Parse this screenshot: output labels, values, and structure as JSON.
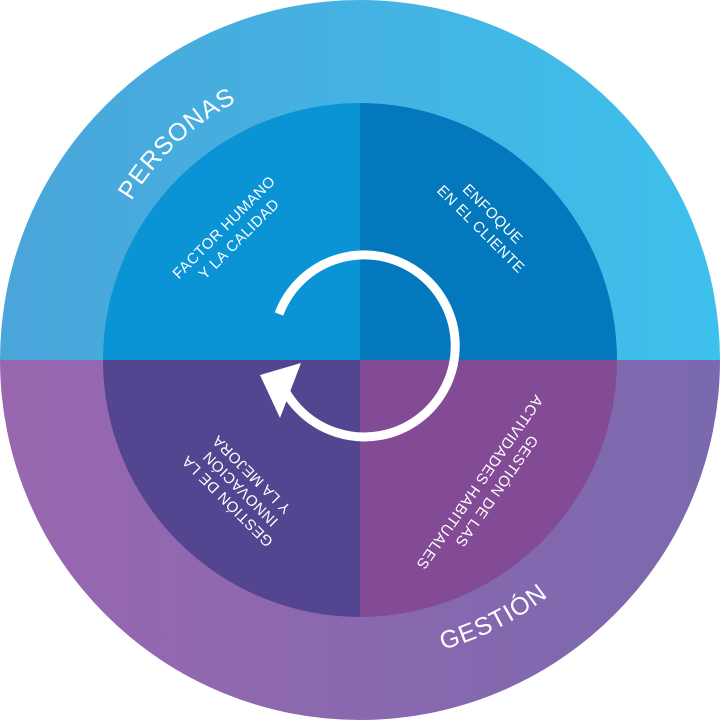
{
  "outer_ring": {
    "top_label": "PERSONAS",
    "bottom_label": "GESTIÓN"
  },
  "quadrants": {
    "top_left": {
      "line1": "FACTOR HUMANO",
      "line2": "Y LA CALIDAD"
    },
    "top_right": {
      "line1": "ENFOQUE",
      "line2": "EN EL CLIENTE"
    },
    "bottom_left": {
      "line1": "GESTIÓN DE LA",
      "line2": "INNOVACIÓN",
      "line3": "Y LA MEJORA"
    },
    "bottom_right": {
      "line1": "GESTIÓN DE LAS",
      "line2": "ACTIVIDADES HABITUALES"
    }
  },
  "colors": {
    "outer_top_left": "#4aa5d9",
    "outer_top_right": "#3ec0ec",
    "outer_bottom_left": "#9967b0",
    "outer_bottom_right": "#7a69ae",
    "quad_top_left": "#0a94d6",
    "quad_top_right": "#0378bc",
    "quad_bottom_left": "#534590",
    "quad_bottom_right": "#834a95",
    "cycle_arrow": "#ffffff"
  },
  "icons": {
    "center": "cycle-arrow-icon"
  }
}
